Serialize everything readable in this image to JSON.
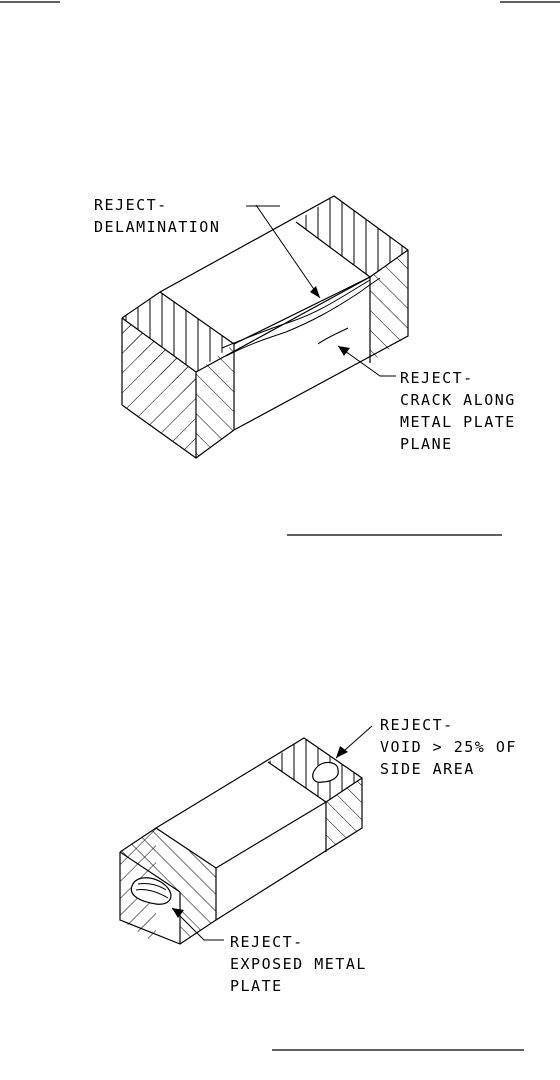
{
  "figure_top": {
    "labels": {
      "delamination": [
        "REJECT-",
        "DELAMINATION"
      ],
      "crack": [
        "REJECT-",
        "CRACK ALONG",
        "METAL PLATE",
        "PLANE"
      ]
    }
  },
  "figure_bottom": {
    "labels": {
      "void": [
        "REJECT-",
        "VOID > 25% OF",
        "SIDE AREA"
      ],
      "exposed": [
        "REJECT-",
        "EXPOSED METAL",
        "PLATE"
      ]
    }
  }
}
